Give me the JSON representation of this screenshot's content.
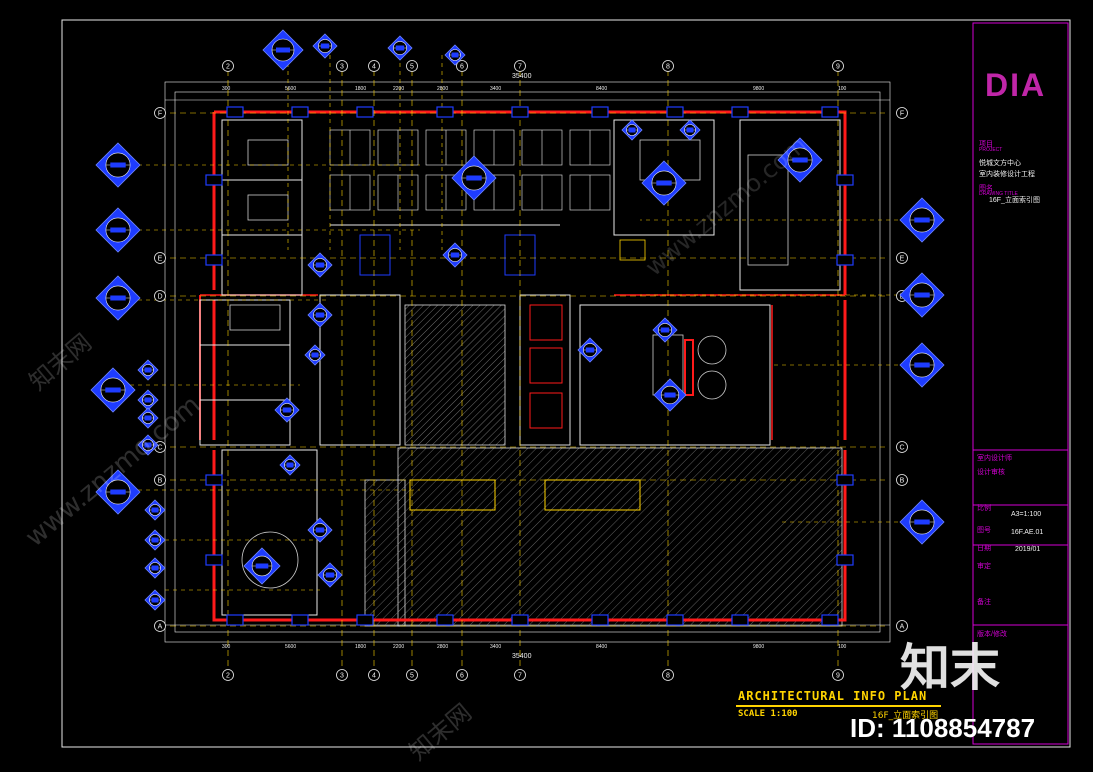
{
  "title_block": {
    "logo_text": "DIA",
    "project_label": "项目",
    "project_label_en": "PROJECT",
    "project_name_1": "悦城文方中心",
    "project_name_2": "室内装修设计工程",
    "drawing_label": "图名",
    "drawing_label_en": "DRAWING TITLE",
    "drawing_name": "16F_立面索引图",
    "sign_label": "室内设计师",
    "check_label": "设计审核",
    "scale_label": "比例",
    "scale_value": "A3=1:100",
    "drawing_no_label": "图号",
    "drawing_no_value": "16F.AE.01",
    "date_label": "日期",
    "date_value": "2019/01",
    "approve_label": "审定",
    "remarks_label": "备注",
    "version_label": "版本/修改"
  },
  "plan": {
    "title": "ARCHITECTURAL INFO PLAN",
    "scale": "SCALE 1:100",
    "drawing_title_cn": "16F_立面索引图"
  },
  "grid": {
    "top_labels": [
      "2",
      "3",
      "4",
      "5",
      "6",
      "7",
      "8",
      "9"
    ],
    "side_labels": [
      "F",
      "E",
      "D",
      "C",
      "B",
      "A"
    ],
    "top_dims": [
      "300",
      "5600",
      "1800",
      "2200",
      "2800",
      "3400",
      "8400",
      "9800",
      "100"
    ],
    "overall_dim": "35400"
  },
  "watermark": {
    "brand": "知末",
    "id_text": "ID: 1108854787",
    "site": "www.znzmo.com",
    "site_cn": "知末网"
  },
  "colors": {
    "background": "#000000",
    "wall": "#ff1a1a",
    "index_symbol": "#1e3cff",
    "axis": "#ffd400",
    "text": "#ffffff",
    "title_block": "#d400d4"
  }
}
